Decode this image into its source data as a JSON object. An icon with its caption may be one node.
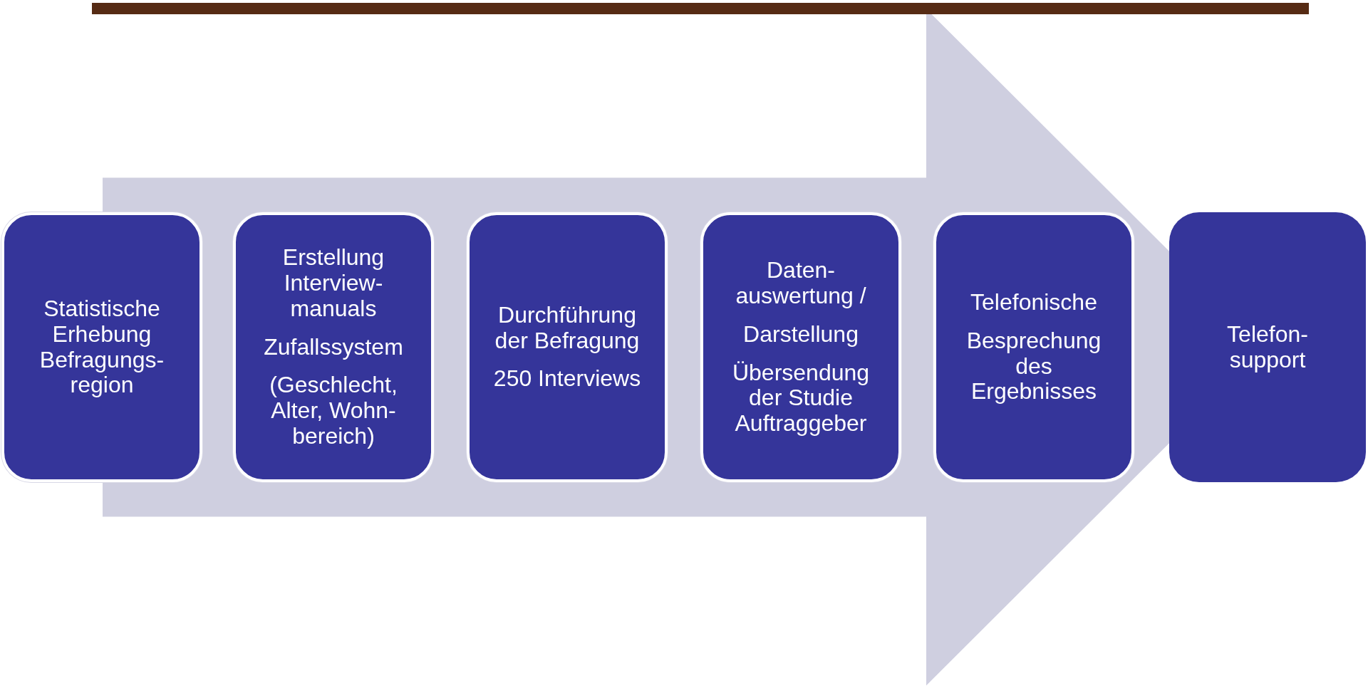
{
  "diagram": {
    "nodes": [
      {
        "text": [
          "Statistische Erhebung Befragungs- region"
        ]
      },
      {
        "text": [
          "Erstellung Interview- manuals",
          "Zufallssystem",
          "(Geschlecht, Alter, Wohn- bereich)"
        ]
      },
      {
        "text": [
          "Durchführung der Befragung",
          "250 Interviews"
        ]
      },
      {
        "text": [
          "Daten- auswertung /",
          "Darstellung",
          "Übersendung der Studie Auftraggeber"
        ]
      },
      {
        "text": [
          "Telefonische",
          "Besprechung des Ergebnisses"
        ]
      },
      {
        "text": [
          "Telefon- support"
        ]
      }
    ],
    "edges": [
      {
        "from": 0,
        "to": 5,
        "arrow": "to"
      }
    ]
  }
}
